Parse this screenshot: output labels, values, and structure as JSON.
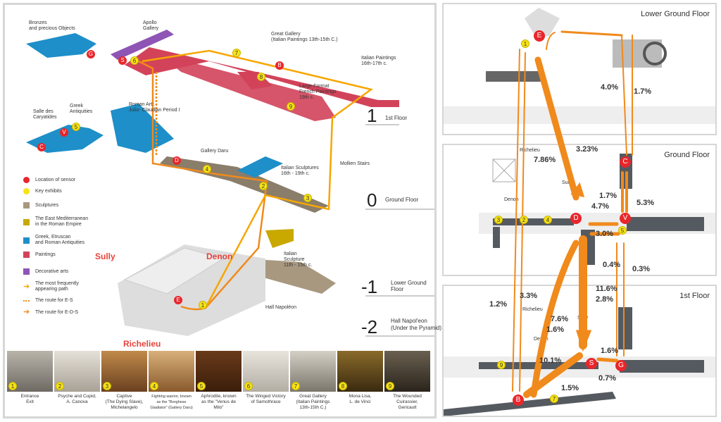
{
  "left_map": {
    "areas": {
      "bronzes": "Bronzes\nand precious Objects",
      "apollo": "Apollo\nGallery",
      "great_gallery": "Great Gallery\n(Italian Paintings 13th-15th C.)",
      "italian_paintings": "Italian Paintings\n16th-17th c.",
      "large_format": "Large-Format\nFrench Paintings\n19th c.",
      "caryatides": "Salle des\nCaryatides",
      "greek": "Greek\nAntiquities",
      "roman": "Roman Art:\nJulio- Claudian Period I",
      "daru": "Gallery Daru",
      "italian_sculptures": "Italian Sculptures\n16th - 19th c.",
      "mollien": "Mollien Stairs",
      "italian_sculpture_early": "Italian\nSculpture\n11th - 15th c.",
      "hall": "Hall Napoléon"
    },
    "floors": [
      {
        "num": "1",
        "name": "1st Floor"
      },
      {
        "num": "0",
        "name": "Ground Floor"
      },
      {
        "num": "-1",
        "name": "Lower Ground Floor"
      },
      {
        "num": "-2",
        "name": "Hall Napol'eon\n(Under the Pyramid)"
      }
    ],
    "wings": {
      "sully": "Sully",
      "denon": "Denon",
      "richelieu": "Richelieu"
    },
    "legend": [
      {
        "label": "Location of sensor",
        "color": "#e8262b",
        "shape": "dot"
      },
      {
        "label": "Key exhibits",
        "color": "#f7e316",
        "shape": "dot"
      },
      {
        "label": "Sculptures",
        "color": "#a89880",
        "shape": "square"
      },
      {
        "label": "The East Mediterranean\nin the Roman Empire",
        "color": "#c9a800",
        "shape": "square"
      },
      {
        "label": "Greek, Etruscan\nand Roman Antiquities",
        "color": "#1e8fc8",
        "shape": "square"
      },
      {
        "label": "Paintings",
        "color": "#d2435a",
        "shape": "square"
      },
      {
        "label": "Decorative arts",
        "color": "#8e55b5",
        "shape": "square"
      },
      {
        "label": "The most frequently\nappearing path",
        "color": "#f7a600",
        "shape": "arrow"
      },
      {
        "label": "The route for E-S",
        "color": "#f08a1c",
        "shape": "dotted"
      },
      {
        "label": "The route for E-D-S",
        "color": "#f08a1c",
        "shape": "arrow"
      }
    ],
    "sensors": [
      "E",
      "S",
      "B",
      "V",
      "C",
      "D",
      "G"
    ],
    "exhibits": [
      "1",
      "2",
      "3",
      "4",
      "5",
      "6",
      "7",
      "8",
      "9"
    ]
  },
  "key_exhibits": [
    {
      "num": "1",
      "caption": "Entrance\nExit"
    },
    {
      "num": "2",
      "caption": "Psyche and Cupid,\nA. Canova"
    },
    {
      "num": "3",
      "caption": "Captive\n(The Dying Slave),\nMichelangelo"
    },
    {
      "num": "4",
      "caption": "Fighting warrior, known\nas the \"Borghese\nGladiator\" (Gallery Daru)"
    },
    {
      "num": "5",
      "caption": "Aphrodite, known\nas the \"Venus de\nMilo\""
    },
    {
      "num": "6",
      "caption": "The Winged Victory\nof Samothrace"
    },
    {
      "num": "7",
      "caption": "Great Gallery\n(Italian Paintings\n13th-15th C.)"
    },
    {
      "num": "8",
      "caption": "Mona Lisa,\nL. de Vinci"
    },
    {
      "num": "9",
      "caption": "The Wounded\nCuirassier,\nGericault"
    }
  ],
  "right_map": {
    "panels": [
      {
        "title": "Lower Ground Floor"
      },
      {
        "title": "Ground Floor",
        "wings": {
          "richelieu": "Richelieu",
          "sully": "Sully",
          "denon": "Denon"
        }
      },
      {
        "title": "1st Floor",
        "wings": {
          "richelieu": "Richelieu",
          "sully": "Sully",
          "denon": "Denon"
        }
      }
    ],
    "percentages": {
      "p1": "4.0%",
      "p2": "1.7%",
      "p3": "3.23%",
      "p4": "7.86%",
      "p5": "1.7%",
      "p6": "4.7%",
      "p7": "5.3%",
      "p8": "3.0%",
      "p9": "0.4%",
      "p10": "0.3%",
      "p11": "1.2%",
      "p12": "3.3%",
      "p13": "11.6%",
      "p14": "2.8%",
      "p15": "7.6%",
      "p16": "1.6%",
      "p17": "1.6%",
      "p18": "10.1%",
      "p19": "0.7%",
      "p20": "1.5%"
    }
  },
  "colors": {
    "route": "#f08a1c",
    "sensor": "#e8262b",
    "exhibit": "#f7e316",
    "room": "#555a60"
  }
}
